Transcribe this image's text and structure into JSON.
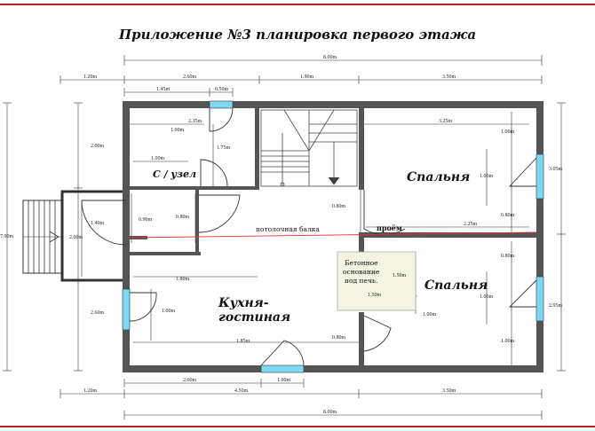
{
  "title": "Приложение №3  планировка первого этажа",
  "rooms": {
    "bathroom": "С / узел",
    "bedroom_top": "Спальня",
    "bedroom_bottom": "Спальня",
    "kitchen_line1": "Кухня-",
    "kitchen_line2": "гостиная"
  },
  "notes": {
    "beam": "потолочная балка",
    "opening": "проём",
    "concrete_l1": "Бетонное",
    "concrete_l2": "основание",
    "concrete_l3": "под печь."
  },
  "dims": {
    "total_top": "8.00m",
    "total_bottom": "8.00m",
    "top_a": "1.20m",
    "top_b": "2.60m",
    "top_c": "1.90m",
    "top_d": "3.50m",
    "sub_a": "1.45m",
    "sub_b": "0.50m",
    "wc_w1": "2.35m",
    "wc_w2": "1.00m",
    "wc_w3": "1.00m",
    "wc_h": "1.75m",
    "left_h1": "2.00m",
    "left_h2": "2.60m",
    "left_total": "7.00m",
    "porch_w": "1.40m",
    "porch_h": "2.00m",
    "hall_a": "0.90m",
    "hall_b": "0.80m",
    "bed1_w": "3.25m",
    "bed1_h1": "1.00m",
    "bed1_h2": "1.00m",
    "bed1_h3": "0.80m",
    "bed1_w2": "2.25m",
    "bed1_door": "0.80m",
    "right_h1": "3.05m",
    "right_h2": "2.95m",
    "bed2_h1": "0.80m",
    "bed2_h2": "1.00m",
    "bed2_h3": "1.00m",
    "kit_w1": "1.80m",
    "kit_h": "1.00m",
    "kit_w2": "1.85m",
    "kit_door": "0.80m",
    "conc_w": "1.50m",
    "conc_h": "1.50m",
    "conc_d": "1.00m",
    "bot_a": "1.20m",
    "bot_b": "2.60m",
    "bot_c": "1.00m",
    "bot_d": "4.50m",
    "bot_e": "3.50m"
  }
}
